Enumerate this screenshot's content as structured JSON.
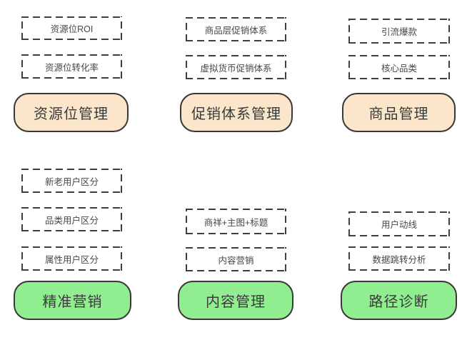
{
  "diagram": {
    "colors": {
      "top_node_fill": "#FBE5CB",
      "bottom_node_fill": "#90EE90",
      "node_border": "#383838",
      "dashed_border": "#3F3F3F",
      "item_text": "#474747"
    },
    "top": [
      {
        "items": [
          "资源位ROI",
          "资源位转化率"
        ],
        "node": "资源位管理"
      },
      {
        "items": [
          "商品层促销体系",
          "虚拟货币促销体系"
        ],
        "node": "促销体系管理"
      },
      {
        "items": [
          "引流爆款",
          "核心品类"
        ],
        "node": "商品管理"
      }
    ],
    "bottom": [
      {
        "items": [
          "新老用户区分",
          "品类用户区分",
          "属性用户区分"
        ],
        "node": "精准营销"
      },
      {
        "items": [
          "商祥+主图+标题",
          "内容营销"
        ],
        "node": "内容管理"
      },
      {
        "items": [
          "用户动线",
          "数据跳转分析"
        ],
        "node": "路径诊断"
      }
    ]
  }
}
